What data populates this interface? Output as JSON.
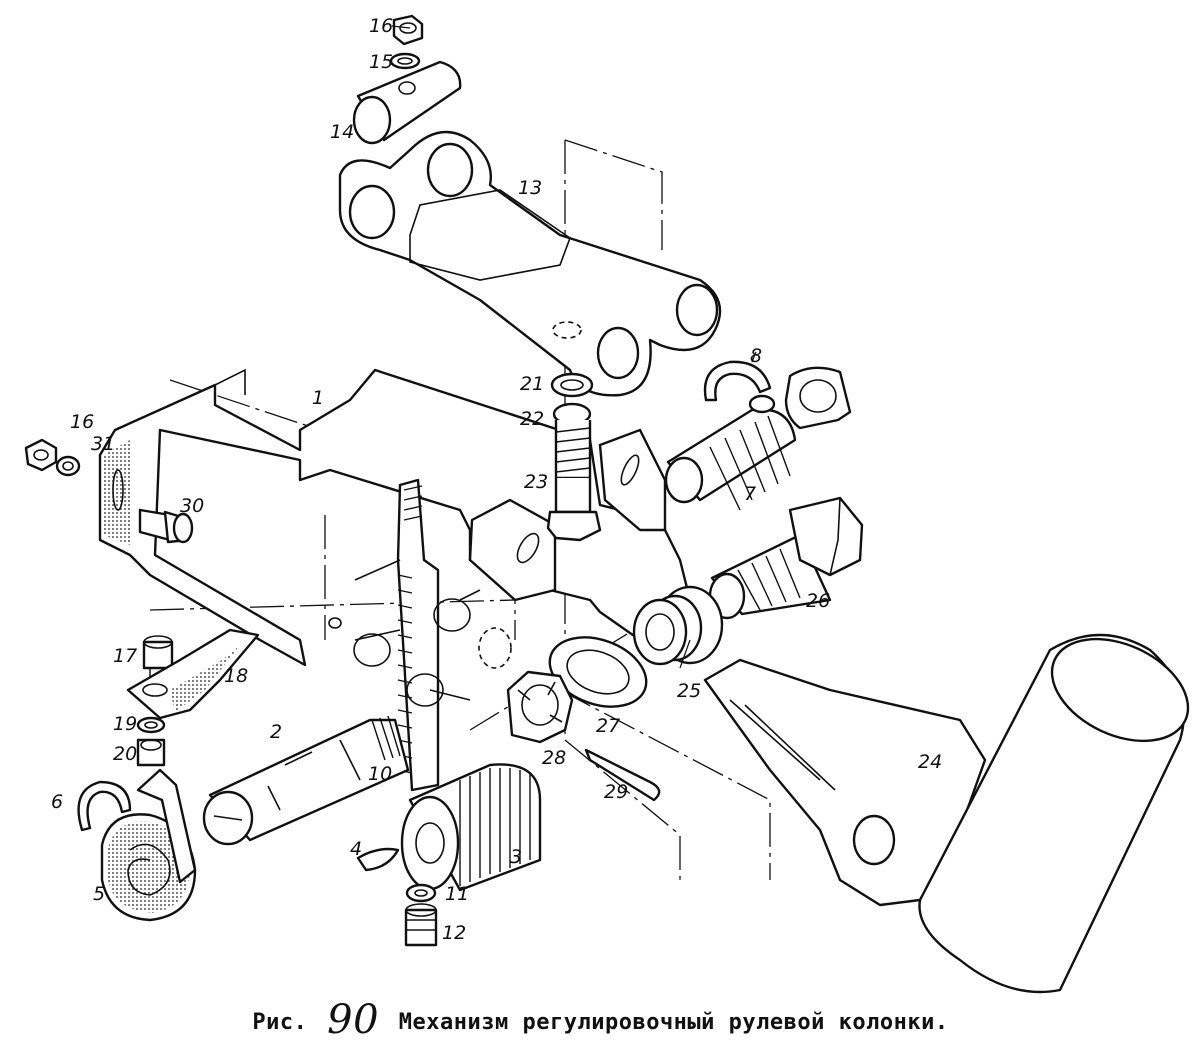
{
  "caption": {
    "prefix": "Рис.",
    "number": "90",
    "title": "Механизм регулировочный рулевой колонки."
  },
  "callouts": [
    "1",
    "2",
    "3",
    "4",
    "5",
    "6",
    "7",
    "8",
    "10",
    "11",
    "12",
    "13",
    "14",
    "15",
    "16",
    "16",
    "17",
    "18",
    "19",
    "20",
    "21",
    "22",
    "23",
    "24",
    "25",
    "26",
    "27",
    "28",
    "29",
    "30",
    "31"
  ]
}
